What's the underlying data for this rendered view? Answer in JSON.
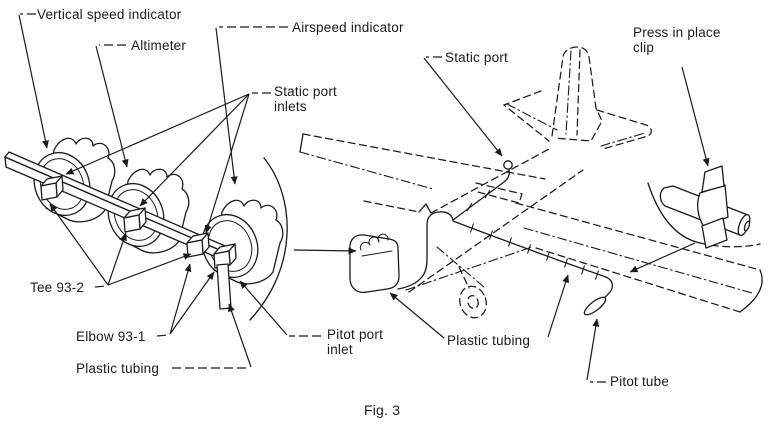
{
  "figure": {
    "type": "technical-illustration",
    "caption": "Fig. 3",
    "ink_color": "#1b1b1b",
    "background_color": "#fefefe",
    "labels": {
      "vertical_speed_indicator": "Vertical speed indicator",
      "altimeter": "Altimeter",
      "airspeed_indicator": "Airspeed indicator",
      "static_port_inlets": "Static port inlets",
      "static_port": "Static port",
      "press_in_place_clip": "Press in place clip",
      "tee_fitting": "Tee 93-2",
      "elbow_fitting": "Elbow 93-1",
      "plastic_tubing_instruments": "Plastic tubing",
      "pitot_port_inlet": "Pitot port inlet",
      "plastic_tubing_fuselage": "Plastic tubing",
      "pitot_tube": "Pitot tube"
    }
  }
}
